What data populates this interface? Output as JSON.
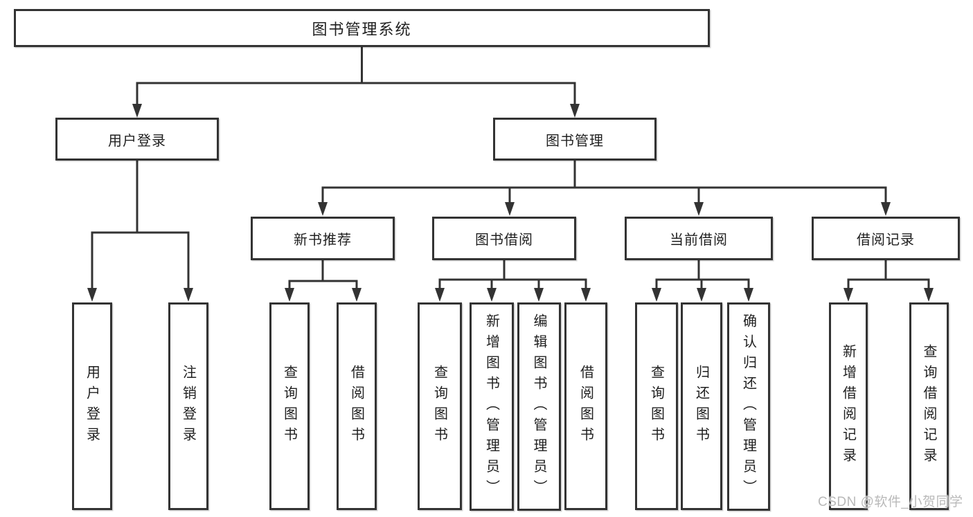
{
  "nodes": {
    "root": {
      "label": "图书管理系统"
    },
    "level2": [
      {
        "label": "用户登录"
      },
      {
        "label": "图书管理"
      }
    ],
    "level3": [
      {
        "label": "新书推荐"
      },
      {
        "label": "图书借阅"
      },
      {
        "label": "当前借阅"
      },
      {
        "label": "借阅记录"
      }
    ],
    "level4": [
      {
        "label": "用户登录",
        "parent": "用户登录"
      },
      {
        "label": "注销登录",
        "parent": "用户登录"
      },
      {
        "label": "查询图书",
        "parent": "新书推荐"
      },
      {
        "label": "借阅图书",
        "parent": "新书推荐"
      },
      {
        "label": "查询图书",
        "parent": "图书借阅"
      },
      {
        "label": "新增图书（管理员）",
        "parent": "图书借阅"
      },
      {
        "label": "编辑图书（管理员）",
        "parent": "图书借阅"
      },
      {
        "label": "借阅图书",
        "parent": "图书借阅"
      },
      {
        "label": "查询图书",
        "parent": "当前借阅"
      },
      {
        "label": "归还图书",
        "parent": "当前借阅"
      },
      {
        "label": "确认归还（管理员）",
        "parent": "当前借阅"
      },
      {
        "label": "新增借阅记录",
        "parent": "借阅记录"
      },
      {
        "label": "查询借阅记录",
        "parent": "借阅记录"
      }
    ]
  },
  "watermark": {
    "text": "CSDN @软件_小贺同学"
  },
  "colors": {
    "line": "#333333",
    "box_border": "#333333",
    "box_background": "#ffffff",
    "text": "#1f1f1f",
    "watermark": "#b9b9b9",
    "page_background": "#ffffff"
  }
}
